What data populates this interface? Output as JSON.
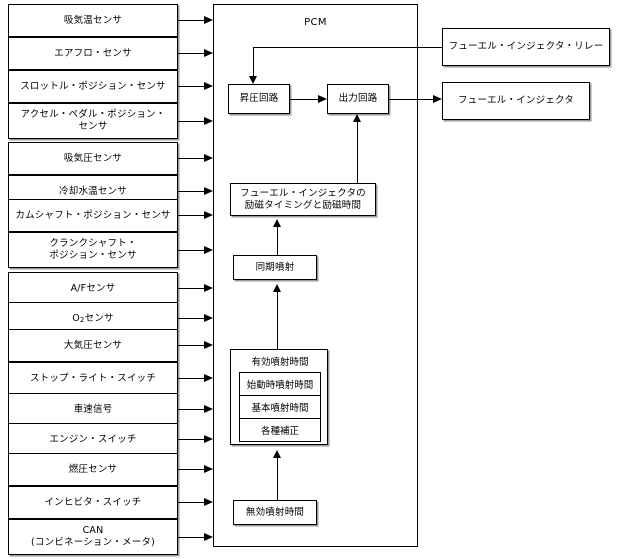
{
  "diagram": {
    "title": "PCM Fuel Injection Control Block Diagram",
    "pcm_label": "PCM",
    "colors": {
      "line": "#000000",
      "box_fill": "#ffffff",
      "shadow": "#9a9a9a",
      "background": "#ffffff"
    }
  },
  "sensors": [
    {
      "label": "吸気温センサ"
    },
    {
      "label": "エアフロ・センサ"
    },
    {
      "label": "スロットル・ポジション・センサ"
    },
    {
      "label": "アクセル・ペダル・ポジション・\nセンサ"
    },
    {
      "label": "吸気圧センサ"
    },
    {
      "label": "冷却水温センサ"
    },
    {
      "label": "カムシャフト・ポジション・センサ"
    },
    {
      "label": "クランクシャフト・\nポジション・センサ"
    },
    {
      "label": "A/Fセンサ"
    },
    {
      "label": "O2センサ",
      "has_subscript": true,
      "base": "O",
      "sub": "2",
      "tail": "センサ"
    },
    {
      "label": "大気圧センサ"
    },
    {
      "label": "ストップ・ライト・スイッチ"
    },
    {
      "label": "車速信号"
    },
    {
      "label": "エンジン・スイッチ"
    },
    {
      "label": "燃圧センサ"
    },
    {
      "label": "インヒビタ・スイッチ"
    },
    {
      "label": "CAN\n(コンビネーション・メータ)"
    }
  ],
  "pcm_blocks": {
    "boost_circuit": "昇圧回路",
    "output_circuit": "出力回路",
    "injection_timing": "フューエル・インジェクタの\n励磁タイミングと励磁時間",
    "synchronous_injection": "同期噴射",
    "effective_injection_time": "有効噴射時間",
    "start_injection_time": "始動時噴射時間",
    "basic_injection_time": "基本噴射時間",
    "various_corrections": "各種補正",
    "ineffective_injection_time": "無効噴射時間"
  },
  "outputs": [
    {
      "label": "フューエル・インジェクタ・リレー"
    },
    {
      "label": "フューエル・インジェクタ"
    }
  ]
}
